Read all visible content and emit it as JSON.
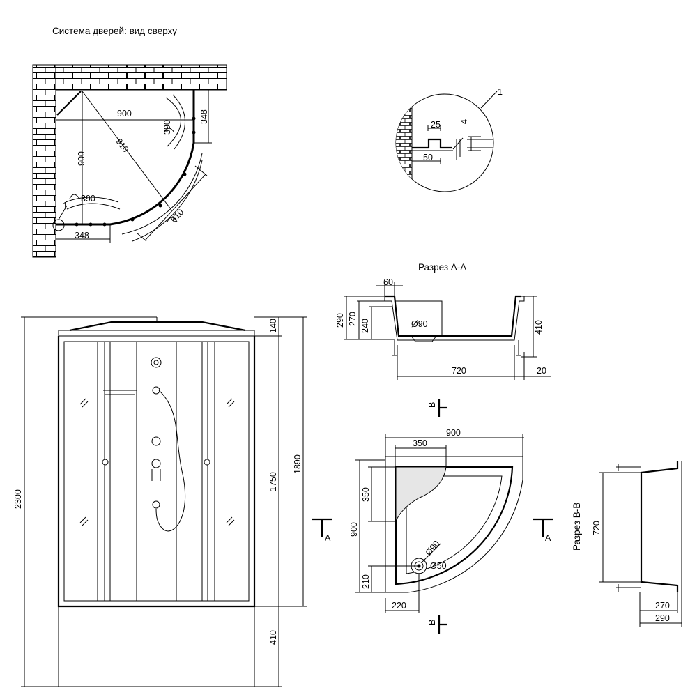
{
  "titles": {
    "top_view": "Система дверей: вид сверху",
    "section_aa": "Разрез А-А",
    "section_bb": "Разрез В-В"
  },
  "top_view_dims": {
    "width": "900",
    "depth": "900",
    "diagonal": "910",
    "door_arc": "610",
    "panel_radius_right": "390",
    "panel_radius_bottom": "390",
    "offset_right": "348",
    "offset_bottom": "348",
    "callout": "1"
  },
  "detail_dims": {
    "callout": "1",
    "a": "25",
    "b": "4",
    "c": "50"
  },
  "section_aa_dims": {
    "rim": "60",
    "h_outer": "290",
    "h_inner_1": "270",
    "h_inner_2": "240",
    "drain": "Ø90",
    "width": "720",
    "foot": "20",
    "height": "410"
  },
  "tray_plan_dims": {
    "width": "900",
    "seat_width": "350",
    "seat_depth": "350",
    "depth": "900",
    "drain_outer": "Ø90",
    "drain_inner": "Ø50",
    "drain_y": "210",
    "drain_x": "220",
    "cut_a_left": "A",
    "cut_a_right": "A",
    "cut_b_top": "B",
    "cut_b_bottom": "B"
  },
  "section_bb_dims": {
    "depth": "720",
    "w_inner": "270",
    "w_outer": "290"
  },
  "front_view_dims": {
    "total_height": "2300",
    "roof": "140",
    "glass": "1750",
    "frame": "1890",
    "tray": "410"
  }
}
